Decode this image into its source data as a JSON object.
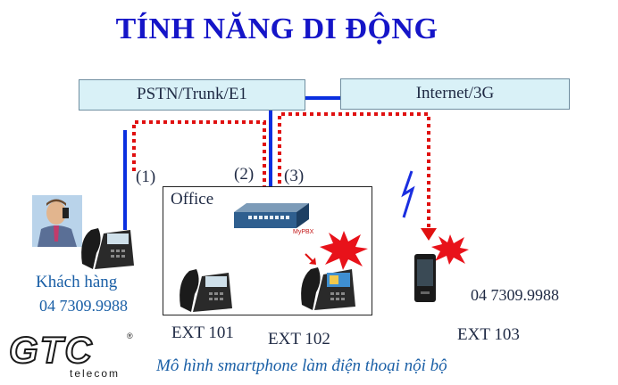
{
  "title": "TÍNH NĂNG DI ĐỘNG",
  "boxes": {
    "pstn": "PSTN/Trunk/E1",
    "internet": "Internet/3G"
  },
  "office_label": "Office",
  "paths": {
    "p1": "(1)",
    "p2": "(2)",
    "p3": "(3)"
  },
  "customer": {
    "name": "Khách hàng",
    "phone": "04 7309.9988"
  },
  "extensions": {
    "ext101": "EXT 101",
    "ext102": "EXT 102",
    "ext103": "EXT 103",
    "ext103_phone": "04 7309.9988"
  },
  "pbx_brand": "MyPBX",
  "device_brand": "MyPBX",
  "logo": {
    "text": "GTC",
    "sub": "telecom",
    "reg": "®"
  },
  "caption": "Mô hình smartphone làm điện thoại nội bộ",
  "colors": {
    "title": "#1515c8",
    "box_fill": "#d9f1f7",
    "link_blue": "#0a2fe0",
    "dotted_red": "#e01010",
    "green": "#3ddc2a",
    "text_blue": "#1a5fa6"
  }
}
